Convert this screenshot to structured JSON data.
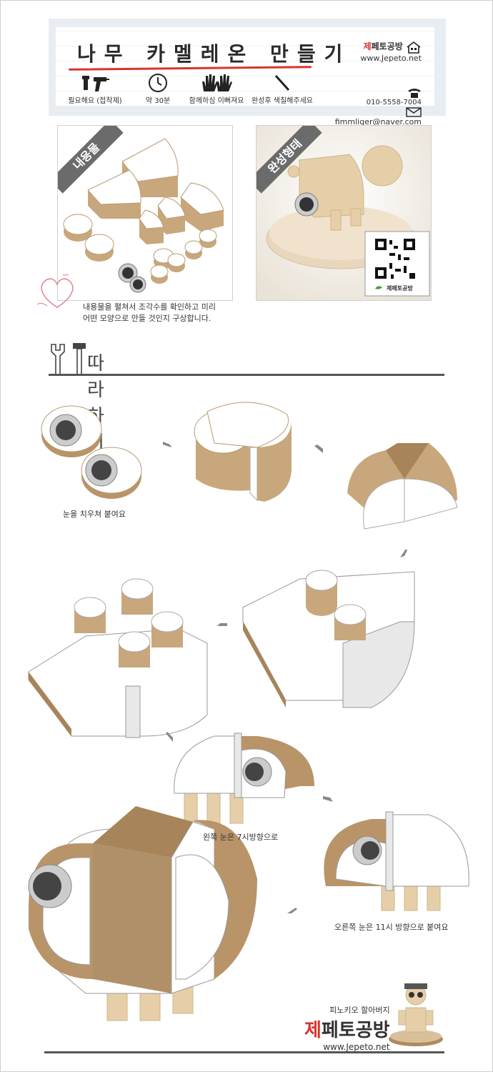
{
  "header": {
    "title": "나무 카멜레온 만들기",
    "tools": [
      {
        "label": "필요해요 (접착제)",
        "icon": "glue-gun-icon"
      },
      {
        "label": "약 30분",
        "icon": "clock-icon"
      },
      {
        "label": "함께하심 이뻐져요",
        "icon": "hands-icon"
      },
      {
        "label": "완성후 색칠해주세요",
        "icon": "pencil-icon"
      }
    ],
    "brand_name_red": "제",
    "brand_name_rest": "페토공방",
    "website": "www.Jepeto.net",
    "phone": "010-5558-7004",
    "email": "fimmliger@naver.com"
  },
  "panels": {
    "contents_label": "내용물",
    "complete_label": "완성형태",
    "qr_caption": "제페토공방"
  },
  "note": {
    "line1": "내용물을 펼쳐서 조각수를 확인하고 미리",
    "line2": "어떤 모양으로 만들 것인지 구상합니다."
  },
  "section": {
    "title": "따라하기"
  },
  "captions": {
    "step1": "눈을 치우쳐 붙여요",
    "step7": "왼쪽 눈은 7시방향으로",
    "step8": "오른쪽 눈은 11시 방향으로 붙여요"
  },
  "footer": {
    "line1": "피노키오 할아버지",
    "brand_red": "제",
    "brand_rest": "페토공방",
    "website": "www.Jepeto.net"
  },
  "colors": {
    "accent": "#d9342b",
    "wood": "#c9a77c",
    "wood_dark": "#a78459"
  }
}
